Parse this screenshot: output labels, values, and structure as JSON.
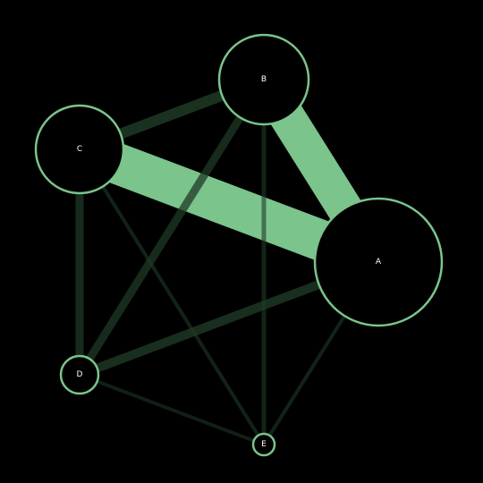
{
  "colors": {
    "background": "#000000",
    "node_stroke": "#7bc48c",
    "node_fill": "#000000",
    "label": "#ffffff",
    "edge_strong": "#7bc48c",
    "edge_weak": "#1f3a26"
  },
  "graph": {
    "nodes": [
      {
        "id": "A",
        "label": "A"
      },
      {
        "id": "B",
        "label": "B"
      },
      {
        "id": "C",
        "label": "C"
      },
      {
        "id": "D",
        "label": "D"
      },
      {
        "id": "E",
        "label": "E"
      }
    ],
    "edges": [
      {
        "source": "C",
        "target": "A",
        "strength": "strong"
      },
      {
        "source": "B",
        "target": "A",
        "strength": "strong"
      },
      {
        "source": "C",
        "target": "B",
        "strength": "weak"
      },
      {
        "source": "B",
        "target": "D",
        "strength": "weak"
      },
      {
        "source": "C",
        "target": "D",
        "strength": "weak"
      },
      {
        "source": "A",
        "target": "D",
        "strength": "weak"
      },
      {
        "source": "B",
        "target": "E",
        "strength": "weak"
      },
      {
        "source": "C",
        "target": "E",
        "strength": "weak"
      },
      {
        "source": "A",
        "target": "E",
        "strength": "weak"
      },
      {
        "source": "D",
        "target": "E",
        "strength": "weak"
      }
    ]
  }
}
